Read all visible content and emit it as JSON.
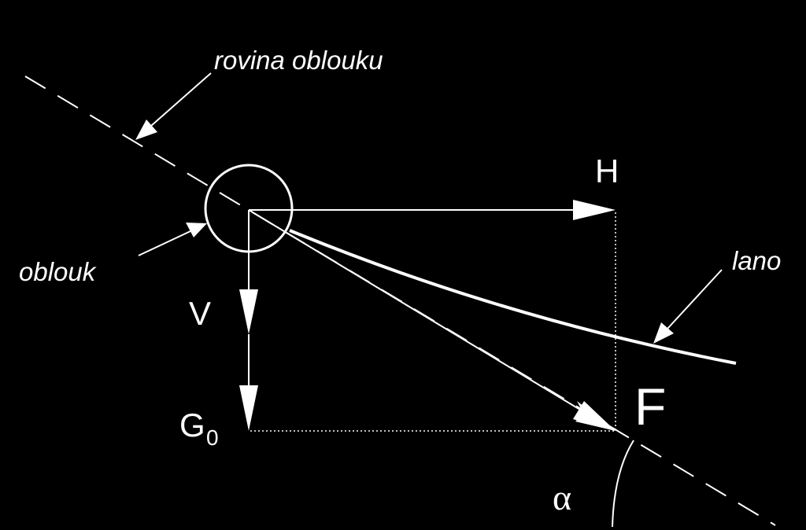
{
  "diagram": {
    "labels": {
      "arc_plane": "rovina oblouku",
      "arc": "oblouk",
      "rope": "lano",
      "horizontal_force": "H",
      "vertical_force": "V",
      "self_weight": "G",
      "self_weight_subscript": "0",
      "resultant_force": "F",
      "angle": "α"
    },
    "colors": {
      "background": "#000000",
      "foreground": "#ffffff"
    }
  }
}
